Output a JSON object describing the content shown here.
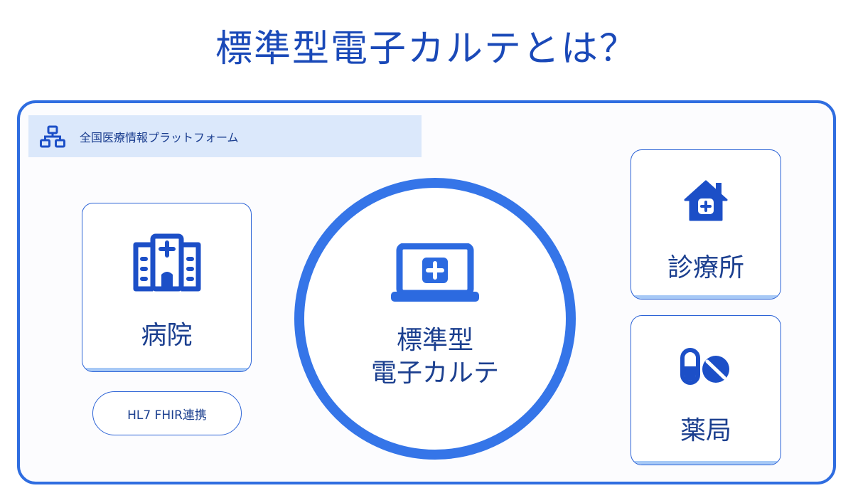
{
  "title": "標準型電子カルテとは？",
  "platform": {
    "label": "全国医療情報プラットフォーム",
    "icon": "network-icon"
  },
  "hospital": {
    "label": "病院",
    "icon": "hospital-building-icon"
  },
  "hl7": {
    "label": "HL7 FHIR連携"
  },
  "center": {
    "line1": "標準型",
    "line2": "電子カルテ",
    "icon": "medical-laptop-icon"
  },
  "clinic": {
    "label": "診療所",
    "icon": "medical-home-icon"
  },
  "pharmacy": {
    "label": "薬局",
    "icon": "pills-icon"
  },
  "colors": {
    "primary": "#2f6de0",
    "accent": "#3575e8",
    "light": "#dbe8fb",
    "card_bottom": "#a7c9f6",
    "text": "#1b3f8f"
  }
}
